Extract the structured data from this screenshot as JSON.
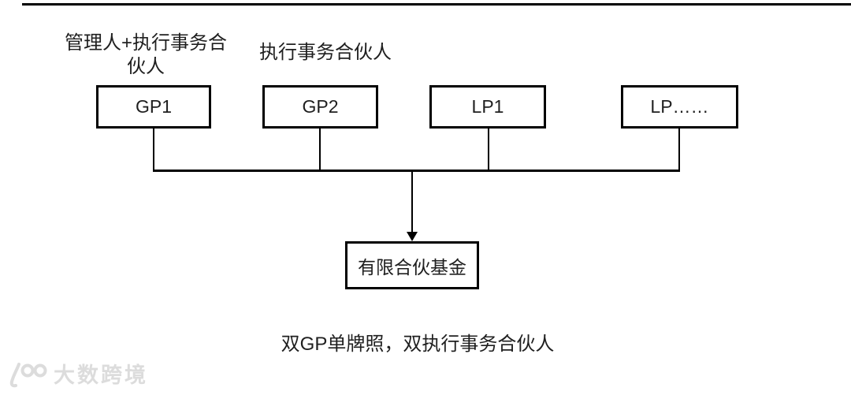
{
  "diagram": {
    "top_labels": {
      "gp1": "管理人+执行事务合伙人",
      "gp2": "执行事务合伙人"
    },
    "nodes": {
      "gp1": "GP1",
      "gp2": "GP2",
      "lp1": "LP1",
      "lp_more": "LP……",
      "fund": "有限合伙基金"
    },
    "caption": "双GP单牌照，双执行事务合伙人",
    "watermark": {
      "logo": "100",
      "text": "大数跨境"
    },
    "colors": {
      "line": "#000000",
      "text": "#1f1f1f",
      "background": "#ffffff",
      "watermark": "#dcdcdc"
    }
  }
}
